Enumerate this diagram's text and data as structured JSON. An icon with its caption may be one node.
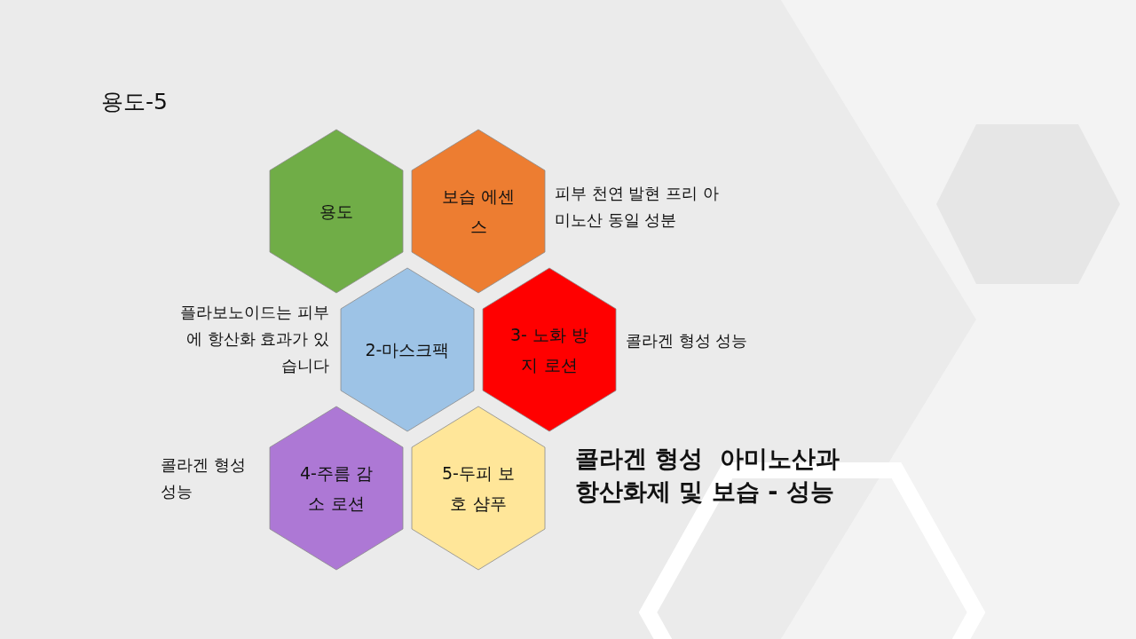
{
  "diagram": {
    "title": "용도-5",
    "nodes": [
      {
        "text": [
          "용도"
        ]
      },
      {
        "text": [
          "보습 에센스"
        ],
        "beside": [
          "피부 천연 발현 프리 아미노산 동일 성분"
        ]
      },
      {
        "text": [
          "2-마스크팩"
        ],
        "beside": [
          "플라보노이드는 피부에 항산화 효과가 있습니다"
        ]
      },
      {
        "text": [
          "3- 노화 방지 로션"
        ],
        "beside": [
          "콜라겐 형성 성능"
        ]
      },
      {
        "text": [
          "4-주름 감소 로션"
        ],
        "beside": [
          "콜라겐 형성 성능"
        ]
      },
      {
        "text": [
          "5-두피 보호 샴푸"
        ]
      }
    ],
    "labels": [
      "콜라겐 형성  아미노산과 항산화제 및 보습 - 성능"
    ]
  }
}
